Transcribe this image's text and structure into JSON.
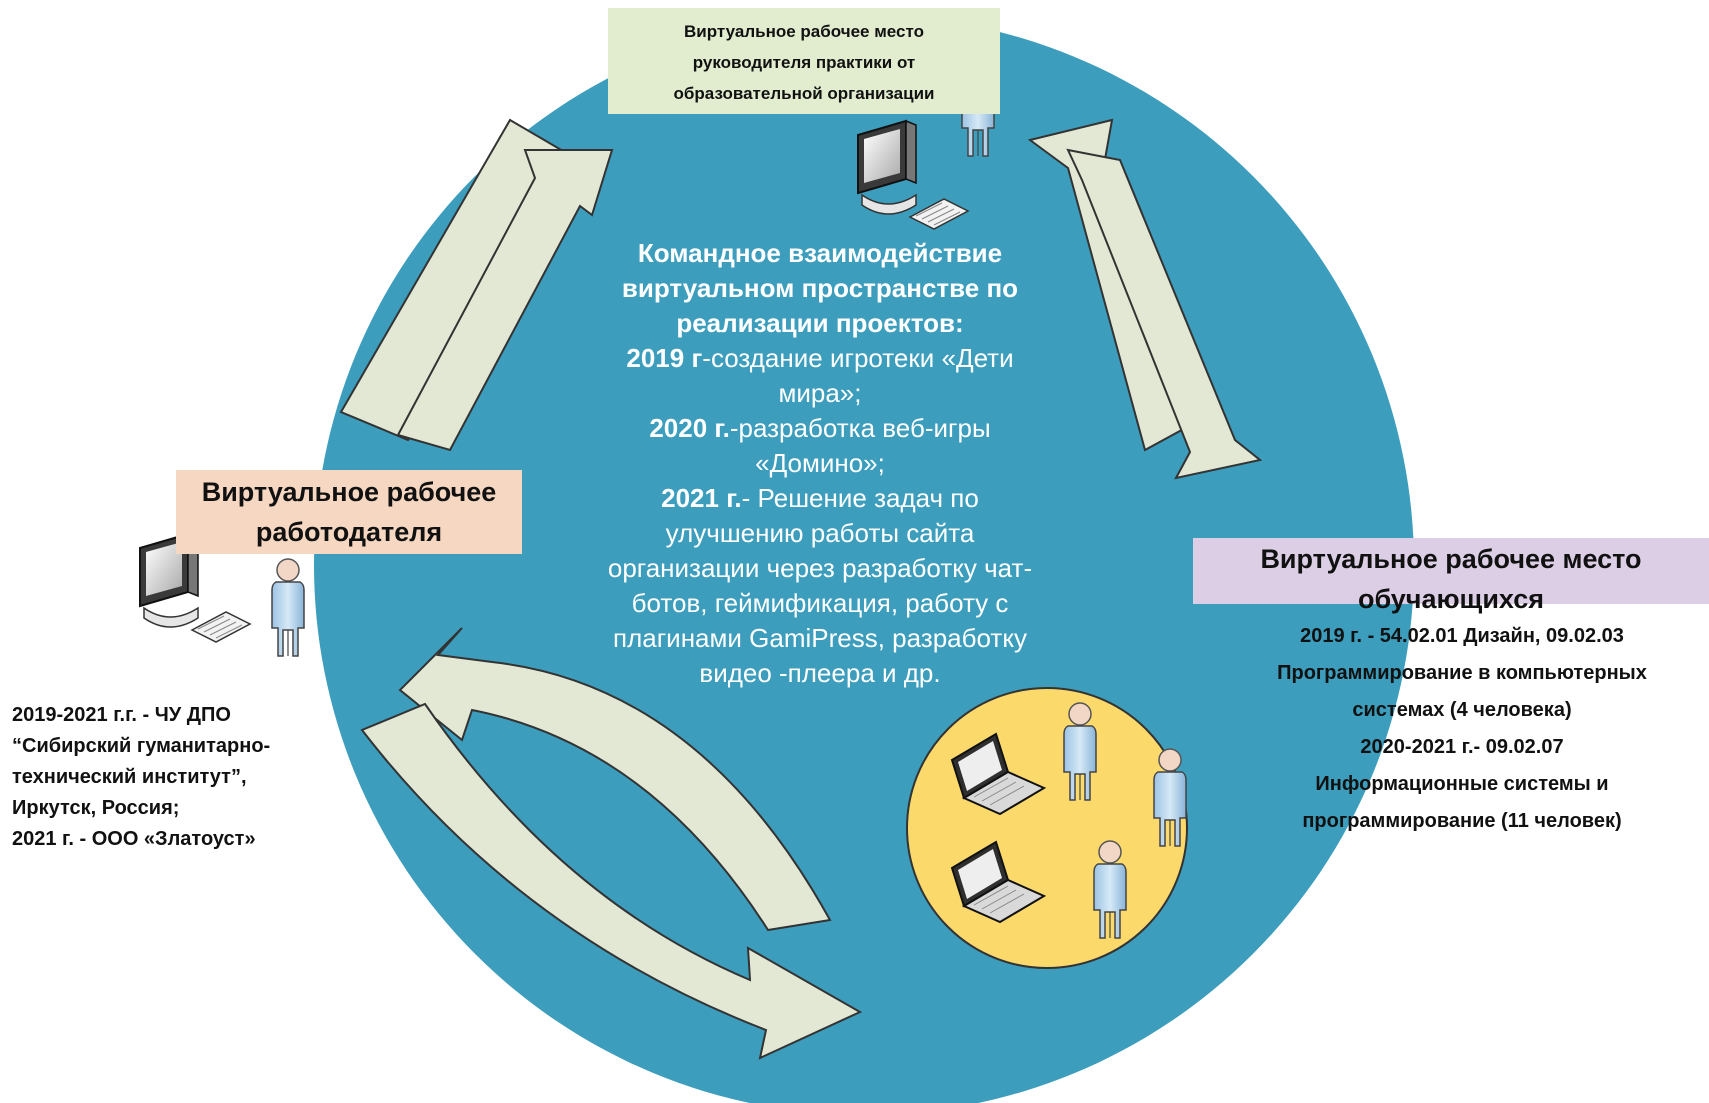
{
  "colors": {
    "circle_fill": "#3c9dbd",
    "inner_circle_fill": "#fbd96a",
    "arrow_fill": "#e3e8d4",
    "supervisor_box": "#e2edd0",
    "employer_box": "#f6d8c2",
    "students_box": "#dccfe5"
  },
  "supervisor": {
    "lines": [
      "Виртуальное рабочее место",
      "руководителя практики от",
      "образовательной организации"
    ]
  },
  "employer": {
    "lines": [
      "Виртуальное рабочее",
      "работодателя"
    ],
    "info_lines": [
      "2019-2021 г.г. - ЧУ ДПО",
      "“Сибирский гуманитарно-",
      "технический институт”,",
      "Иркутск, Россия;",
      "2021 г. - ООО «Златоуст»"
    ]
  },
  "students": {
    "lines": [
      "Виртуальное рабочее место",
      "обучающихся"
    ],
    "info_lines": [
      "2019 г. - 54.02.01 Дизайн, 09.02.03",
      "Программирование в компьютерных",
      "системах (4 человека)",
      "2020-2021 г.- 09.02.07",
      "Информационные системы и",
      "программирование (11 человек)"
    ]
  },
  "center": {
    "title_lines": [
      "Командное взаимодействие",
      "виртуальном пространстве по",
      "реализации проектов:"
    ],
    "p2019_year": "2019 г",
    "p2019_text_1": "-создание игротеки «Дети",
    "p2019_text_2": "мира»;",
    "p2020_year": "2020 г.",
    "p2020_text_1": "-разработка веб-игры",
    "p2020_text_2": "«Домино»;",
    "p2021_year": "2021 г.",
    "p2021_text_1": "- Решение задач по",
    "p2021_lines": [
      "улучшению работы сайта",
      "организации через разработку чат-",
      "ботов, геймификация, работу с",
      "плагинами GamiPress, разработку",
      "видео -плеера и др."
    ]
  },
  "icons": {
    "supervisor": [
      "desktop-computer-icon",
      "person-icon"
    ],
    "employer": [
      "desktop-computer-icon",
      "person-icon"
    ],
    "students": [
      "laptop-icon",
      "person-icon"
    ]
  }
}
